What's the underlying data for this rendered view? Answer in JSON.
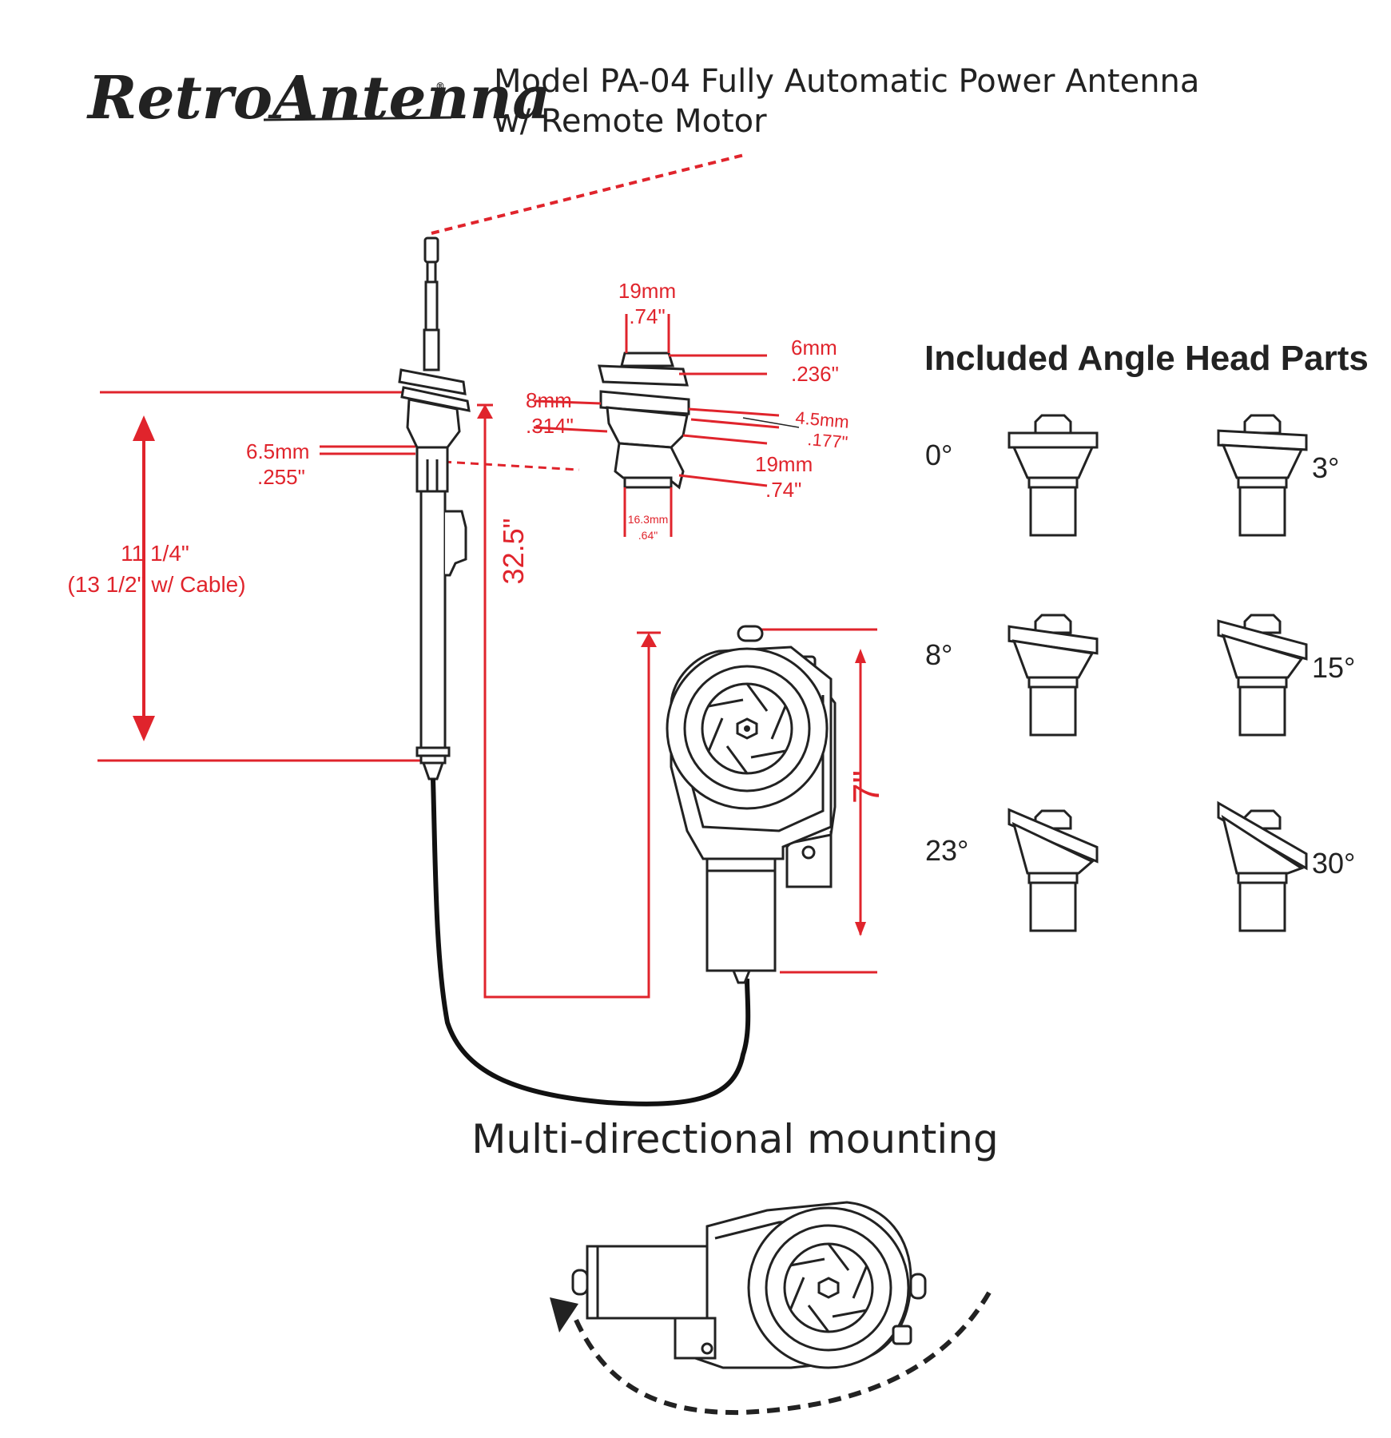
{
  "brand": {
    "logo_text": "RetroAntenna",
    "registered_mark": "®"
  },
  "header": {
    "title_line1": "Model PA-04 Fully Automatic Power Antenna",
    "title_line2": "w/ Remote Motor"
  },
  "dimensions": {
    "mast_diameter_mm": "6.5mm",
    "mast_diameter_in": ".255\"",
    "body_length": "11 1/4\"",
    "body_length_cable": "(13 1/2\" w/ Cable)",
    "extended_length": "32.5\"",
    "motor_height": "7\"",
    "head_top_width_mm": "19mm",
    "head_top_width_in": ".74\"",
    "head_nut_mm": "6mm",
    "head_nut_in": ".236\"",
    "head_left_mm": "8mm",
    "head_left_in": ".314\"",
    "head_ring_mm": "4.5mm",
    "head_ring_in": ".177\"",
    "head_body_mm": "19mm",
    "head_body_in": ".74\"",
    "head_base_mm": "16.3mm",
    "head_base_in": ".64\""
  },
  "angle_parts": {
    "heading": "Included Angle Head Parts",
    "items": [
      {
        "label": "0°",
        "tilt": 0
      },
      {
        "label": "3°",
        "tilt": 3
      },
      {
        "label": "8°",
        "tilt": 8
      },
      {
        "label": "15°",
        "tilt": 15
      },
      {
        "label": "23°",
        "tilt": 23
      },
      {
        "label": "30°",
        "tilt": 30
      }
    ]
  },
  "mounting": {
    "caption": "Multi-directional mounting"
  },
  "colors": {
    "accent_red": "#e0242c",
    "ink": "#222222",
    "background": "#ffffff"
  }
}
